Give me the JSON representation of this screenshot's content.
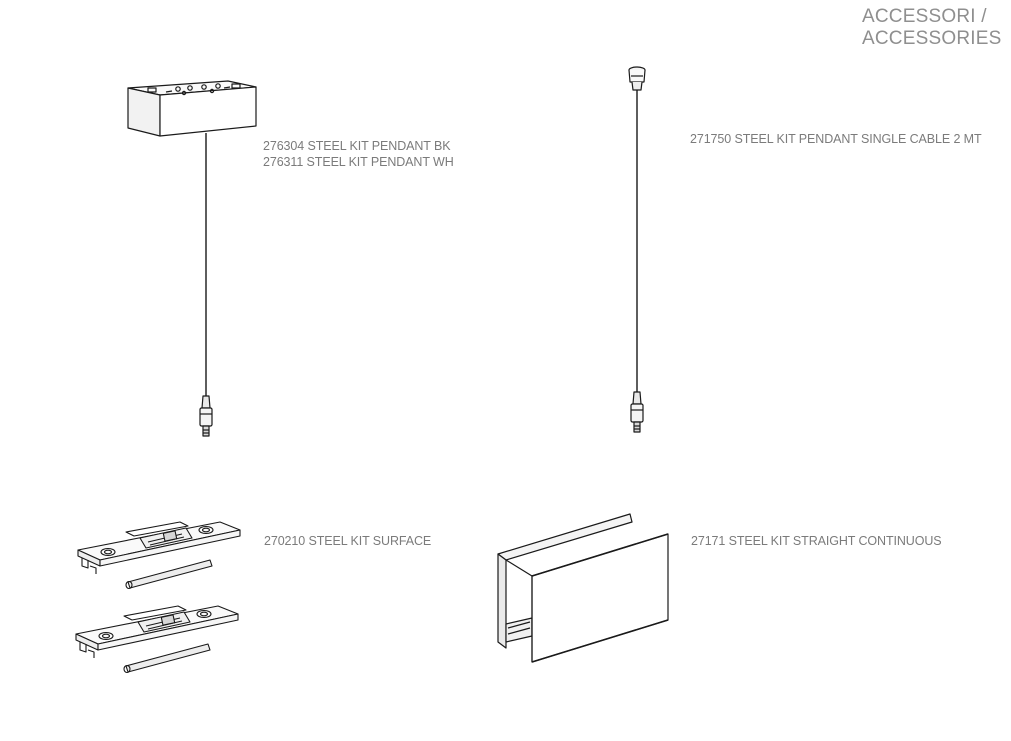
{
  "header": {
    "line1": "ACCESSORI /",
    "line2": "ACCESSORIES"
  },
  "products": [
    {
      "lines": [
        "276304 STEEL KIT PENDANT BK",
        "276311 STEEL KIT PENDANT WH"
      ]
    },
    {
      "lines": [
        "271750 STEEL KIT PENDANT SINGLE CABLE 2 MT"
      ]
    },
    {
      "lines": [
        "270210 STEEL KIT SURFACE"
      ]
    },
    {
      "lines": [
        "27171 STEEL KIT STRAIGHT CONTINUOUS"
      ]
    }
  ]
}
